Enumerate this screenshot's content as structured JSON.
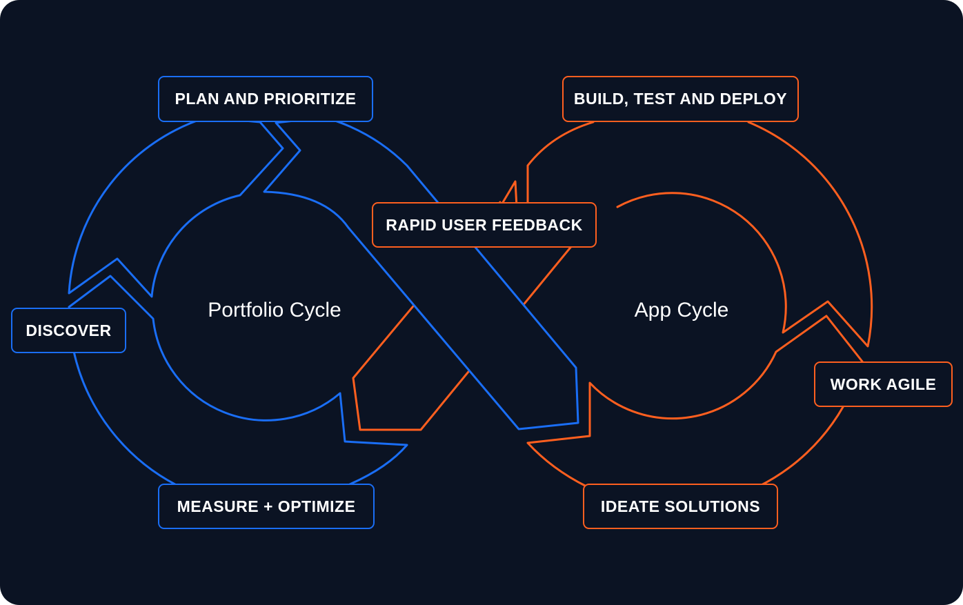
{
  "colors": {
    "background": "#0b1323",
    "portfolio": "#1a6ef5",
    "app": "#ff5f1f"
  },
  "portfolio_cycle": {
    "title": "Portfolio Cycle",
    "stages": {
      "plan": "PLAN AND PRIORITIZE",
      "discover": "DISCOVER",
      "measure": "MEASURE + OPTIMIZE"
    }
  },
  "app_cycle": {
    "title": "App Cycle",
    "stages": {
      "build": "BUILD, TEST AND DEPLOY",
      "work": "WORK AGILE",
      "ideate": "IDEATE SOLUTIONS"
    }
  },
  "bridge": {
    "feedback": "RAPID USER FEEDBACK"
  }
}
